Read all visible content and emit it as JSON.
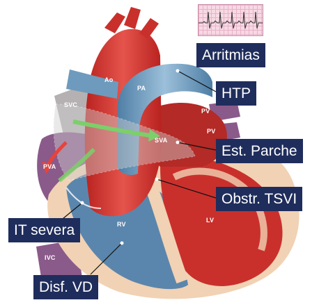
{
  "anatomy_labels": {
    "ao": "Ao",
    "pa": "PA",
    "svc": "SVC",
    "pv_top": "PV",
    "pv_bottom": "PV",
    "sva": "SVA",
    "pva": "PVA",
    "rv": "RV",
    "lv": "LV",
    "ivc": "IVC"
  },
  "callouts": {
    "arritmias": "Arritmias",
    "htp": "HTP",
    "est_parche": "Est. Parche",
    "obstr_tsvi": "Obstr. TSVI",
    "it_severa": "IT severa",
    "disf_vd": "Disf. VD"
  },
  "colors": {
    "callout_bg": "#1f2d5c",
    "aorta": "#d83a34",
    "pulmonary_artery": "#6e9bbd",
    "veins": "#9a5c8c",
    "myocardium_outer": "#f1d2b4"
  }
}
